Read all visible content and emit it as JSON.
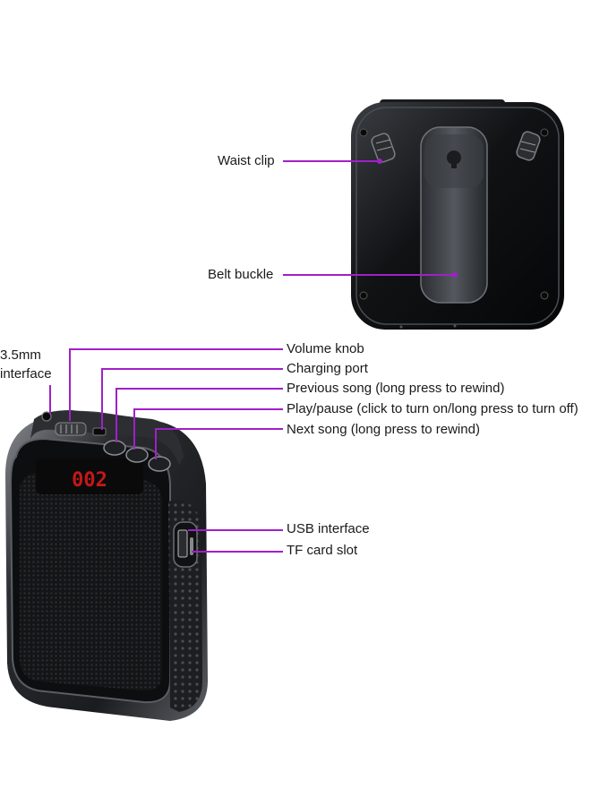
{
  "accent_color": "#a020c8",
  "callouts": {
    "waist_clip": "Waist clip",
    "belt_buckle": "Belt buckle",
    "mm_interface": "3.5mm\ninterface",
    "volume_knob": "Volume knob",
    "charging_port": "Charging port",
    "previous_song": "Previous song (long press to rewind)",
    "play_pause": "Play/pause (click to turn on/long press to turn off)",
    "next_song": "Next song (long press to rewind)",
    "usb_interface": "USB interface",
    "tf_card_slot": "TF card slot"
  },
  "display_readout": "002"
}
